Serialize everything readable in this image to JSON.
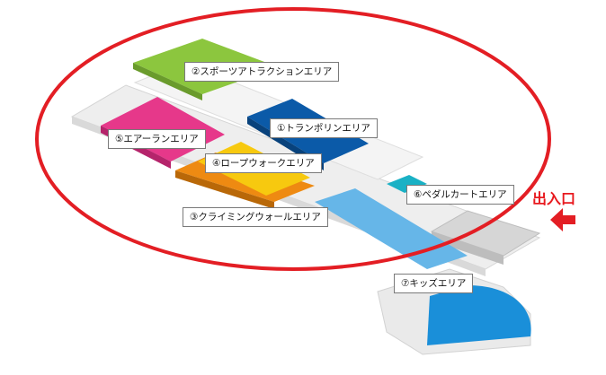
{
  "areas": {
    "sports_attraction": "②スポーツアトラクションエリア",
    "trampoline": "①トランポリンエリア",
    "air_run": "⑤エアーランエリア",
    "rope_walk": "④ロープウォークエリア",
    "pedal_kart": "⑥ペダルカートエリア",
    "climbing_wall": "③クライミングウォールエリア",
    "kids": "⑦キッズエリア"
  },
  "entrance": {
    "label": "出入口"
  },
  "colors": {
    "sports_attraction": "#8cc63e",
    "trampoline": "#0b5aa8",
    "air_run": "#e6388a",
    "rope_walk": "#f7c90f",
    "climbing_wall": "#ee8a12",
    "pedal_kart": "#1ab1c5",
    "kids_path": "#66b6e8",
    "kids_area": "#1a8fd9",
    "floor": "#ececec",
    "highlight_ring": "#e31e24",
    "entrance_arrow": "#e31e24"
  }
}
